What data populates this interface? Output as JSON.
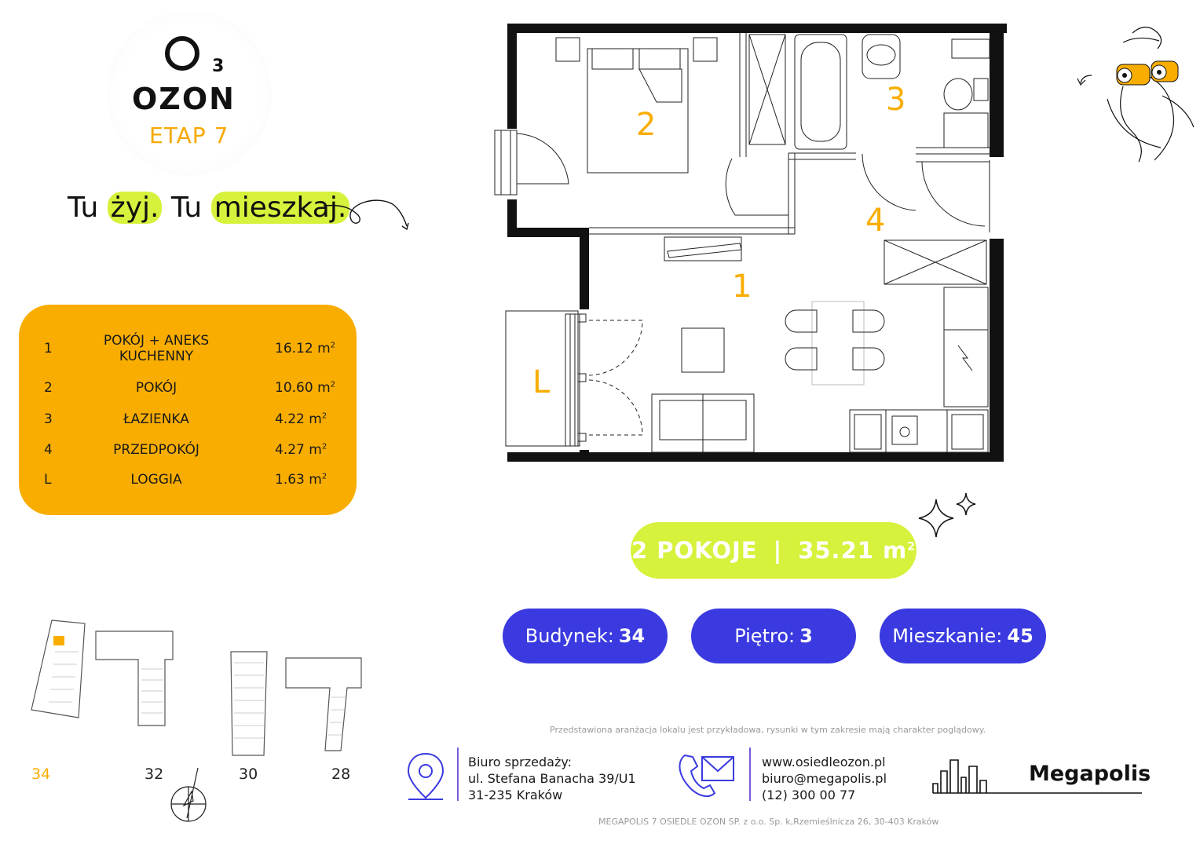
{
  "logo": {
    "subscript": "3",
    "name": "OZON",
    "stage": "ETAP 7"
  },
  "slogan": {
    "p1": "Tu ",
    "h1": "żyj.",
    "p2": " Tu ",
    "h2": "mieszkaj."
  },
  "rooms": [
    {
      "id": "1",
      "name": "POKÓJ + ANEKS KUCHENNY",
      "area": "16.12 m",
      "unit": "2"
    },
    {
      "id": "2",
      "name": "POKÓJ",
      "area": "10.60 m",
      "unit": "2"
    },
    {
      "id": "3",
      "name": "ŁAZIENKA",
      "area": "4.22 m",
      "unit": "2"
    },
    {
      "id": "4",
      "name": "PRZEDPOKÓJ",
      "area": "4.27 m",
      "unit": "2"
    },
    {
      "id": "L",
      "name": "LOGGIA",
      "area": "1.63 m",
      "unit": "2"
    }
  ],
  "plan_labels": {
    "r1": "1",
    "r2": "2",
    "r3": "3",
    "r4": "4",
    "loggia": "L"
  },
  "summary": {
    "rooms": "2 POKOJE",
    "separator": "|",
    "area": "35.21 m",
    "unit": "2"
  },
  "info": {
    "building_label": "Budynek:",
    "building": "34",
    "floor_label": "Piętro:",
    "floor": "3",
    "apartment_label": "Mieszkanie:",
    "apartment": "45"
  },
  "site_plan": {
    "buildings": [
      "34",
      "32",
      "30",
      "28"
    ],
    "selected": "34"
  },
  "disclaimer": "Przedstawiona aranżacja lokalu jest przykładowa, rysunki w tym zakresie mają charakter poglądowy.",
  "office": {
    "title": "Biuro sprzedaży:",
    "street": "ul. Stefana Banacha 39/U1",
    "city": "31-235 Kraków"
  },
  "contact": {
    "web": "www.osiedleozon.pl",
    "email": "biuro@megapolis.pl",
    "phone": "(12) 300 00 77"
  },
  "brand": "Megapolis",
  "legal": "MEGAPOLIS 7 OSIEDLE OZON SP. z o.o. Sp. k,Rzemieślnicza 26, 30-403 Kraków",
  "colors": {
    "orange": "#f9ad00",
    "lime": "#d8f13c",
    "blue": "#3a3ae0",
    "purple": "#7a5cd8"
  }
}
